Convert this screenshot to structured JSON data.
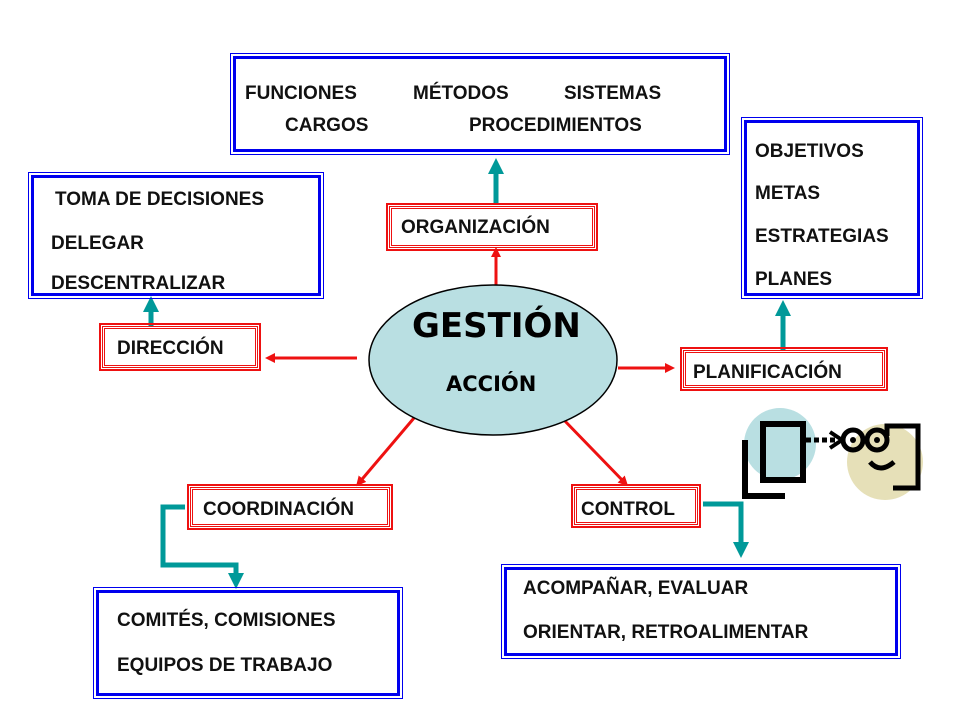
{
  "center": {
    "title": "GESTIÓN",
    "subtitle": "ACCIÓN"
  },
  "nodes": {
    "organizacion": "ORGANIZACIÓN",
    "direccion": "DIRECCIÓN",
    "planificacion": "PLANIFICACIÓN",
    "coordinacion": "COORDINACIÓN",
    "control": "CONTROL"
  },
  "organizacion_box": {
    "line1": [
      "FUNCIONES",
      "MÉTODOS",
      "SISTEMAS"
    ],
    "line2": [
      "CARGOS",
      "PROCEDIMIENTOS"
    ]
  },
  "direccion_box": [
    "TOMA DE DECISIONES",
    "DELEGAR",
    "DESCENTRALIZAR"
  ],
  "planificacion_box": [
    "OBJETIVOS",
    "METAS",
    "ESTRATEGIAS",
    "PLANES"
  ],
  "coordinacion_box": [
    "COMITÉS, COMISIONES",
    "EQUIPOS DE TRABAJO"
  ],
  "control_box": [
    "ACOMPAÑAR, EVALUAR",
    "ORIENTAR, RETROALIMENTAR"
  ],
  "colors": {
    "red": "#ee1111",
    "blue": "#0000ee",
    "teal": "#009999",
    "ellipse": "#b9dfe2"
  },
  "icons": [
    "document-icon",
    "smiling-face-icon"
  ]
}
